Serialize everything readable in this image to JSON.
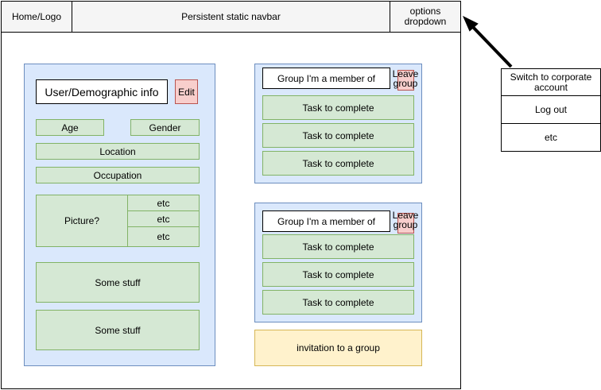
{
  "navbar": {
    "home": "Home/Logo",
    "title": "Persistent static navbar",
    "options": "options dropdown"
  },
  "profile": {
    "header": "User/Demographic info",
    "edit": "Edit",
    "age": "Age",
    "gender": "Gender",
    "location": "Location",
    "occupation": "Occupation",
    "picture": "Picture?",
    "etc": [
      "etc",
      "etc",
      "etc"
    ],
    "stuff": [
      "Some stuff",
      "Some stuff"
    ]
  },
  "groups": [
    {
      "name": "Group I'm a member of",
      "leave": "Leave group",
      "tasks": [
        "Task to complete",
        "Task to complete",
        "Task to complete"
      ]
    },
    {
      "name": "Group I'm a member of",
      "leave": "Leave group",
      "tasks": [
        "Task to complete",
        "Task to complete",
        "Task to complete"
      ]
    }
  ],
  "invitation": "invitation to a group",
  "dropdown_menu": [
    "Switch to corporate account",
    "Log out",
    "etc"
  ]
}
